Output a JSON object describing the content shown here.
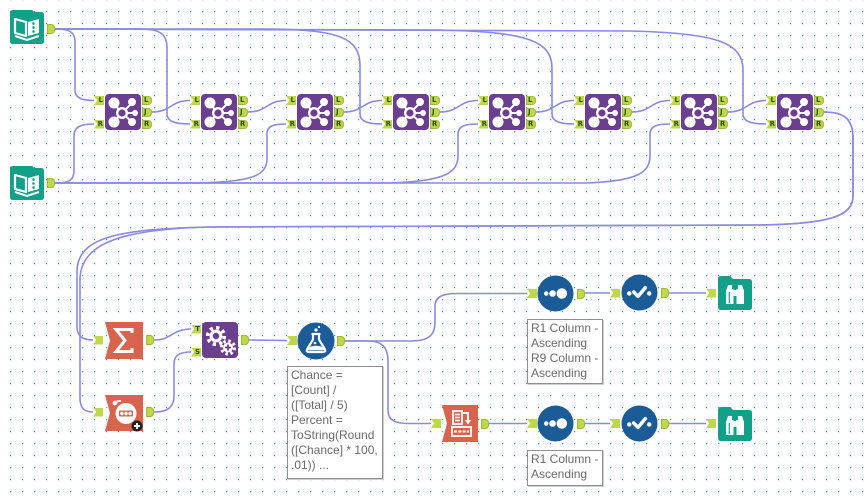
{
  "colors": {
    "io": "#12a088",
    "join": "#6b3f8f",
    "transform": "#d9644d",
    "prep": "#1b5b97",
    "anchor": "#bdd84b",
    "anchor-text": "#2d4b10",
    "conn": "#8a8ae0",
    "dot": "#22b59a",
    "note-border": "#8f8f8f",
    "note-text": "#6a6a6a"
  },
  "anchors": {
    "left": "L",
    "join": "J",
    "right": "R",
    "target": "T",
    "source": "S"
  },
  "tools": {
    "input_data": {
      "icon": "book-icon",
      "count": 2
    },
    "join": {
      "icon": "join-network-icon",
      "count": 8
    },
    "summarize": {
      "icon": "sigma-icon"
    },
    "count_records": {
      "icon": "stopwatch-counter-icon"
    },
    "append_fields": {
      "icon": "gears-plus-icon"
    },
    "formula": {
      "icon": "flask-icon"
    },
    "cross_tab": {
      "icon": "list-to-row-icon"
    },
    "sort": {
      "icon": "sort-dots-icon",
      "count": 2
    },
    "sample": {
      "icon": "dot-check-dot-icon",
      "count": 2
    },
    "browse": {
      "icon": "binoculars-icon",
      "count": 2
    }
  },
  "annotations": {
    "formula": {
      "lines": [
        "Chance =",
        "[Count] /",
        "([Total] / 5)",
        "Percent =",
        "ToString(Round",
        "([Chance] * 100,",
        ".01)) ..."
      ]
    },
    "sort_1": {
      "lines": [
        "R1 Column -",
        "Ascending",
        "R9 Column -",
        "Ascending"
      ]
    },
    "sort_2": {
      "lines": [
        "R1 Column -",
        "Ascending"
      ]
    }
  }
}
